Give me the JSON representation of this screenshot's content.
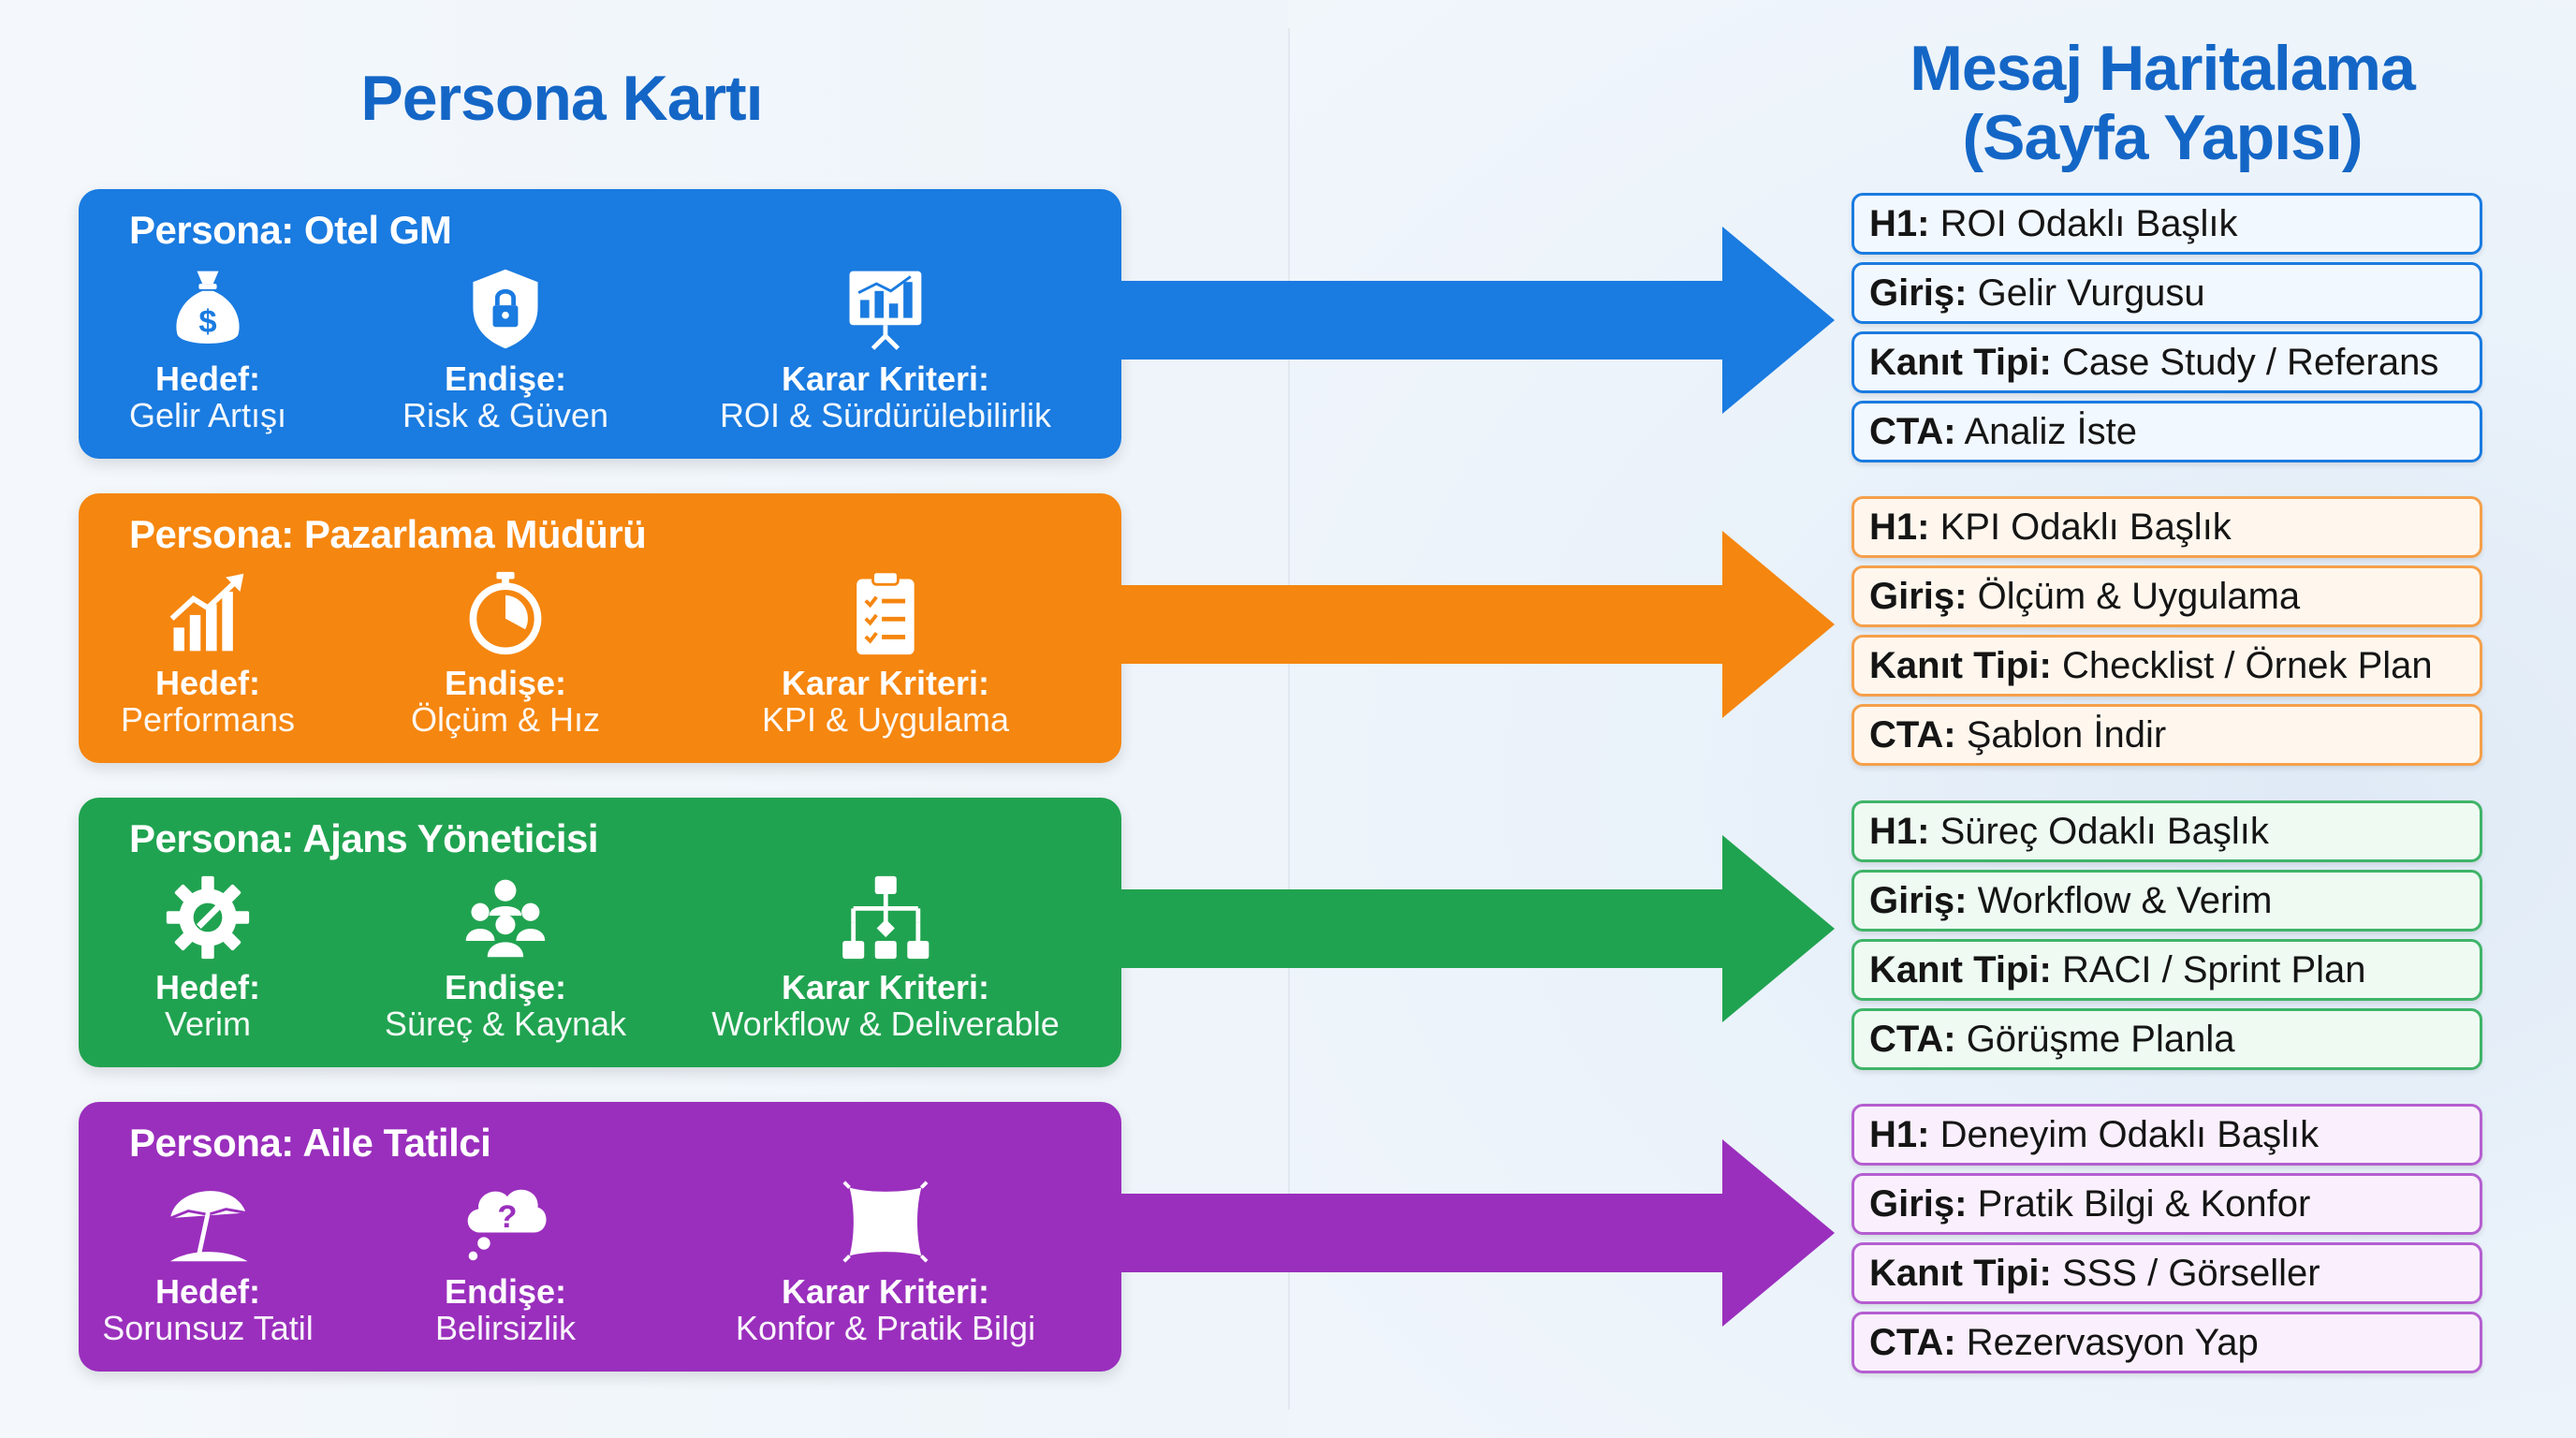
{
  "left_title": "Persona Kartı",
  "right_title_line1": "Mesaj Haritalama",
  "right_title_line2": "(Sayfa Yapısı)",
  "colors": {
    "blue": "#1a7be0",
    "orange": "#f5860f",
    "green": "#20a350",
    "purple": "#9a2fbd"
  },
  "personas": [
    {
      "title": "Persona: Otel GM",
      "items": [
        {
          "icon": "money-bag-icon",
          "label": "Hedef:",
          "value": "Gelir Artışı"
        },
        {
          "icon": "shield-lock-icon",
          "label": "Endişe:",
          "value": "Risk & Güven"
        },
        {
          "icon": "presentation-chart-icon",
          "label": "Karar Kriteri:",
          "value": "ROI & Sürdürülebilirlik"
        }
      ],
      "messages": [
        {
          "key": "H1:",
          "text": "ROI Odaklı Başlık"
        },
        {
          "key": "Giriş:",
          "text": "Gelir Vurgusu"
        },
        {
          "key": "Kanıt Tipi:",
          "text": "Case Study / Referans"
        },
        {
          "key": "CTA:",
          "text": "Analiz İste"
        }
      ]
    },
    {
      "title": "Persona: Pazarlama Müdürü",
      "items": [
        {
          "icon": "growth-chart-icon",
          "label": "Hedef:",
          "value": "Performans"
        },
        {
          "icon": "stopwatch-icon",
          "label": "Endişe:",
          "value": "Ölçüm & Hız"
        },
        {
          "icon": "clipboard-checklist-icon",
          "label": "Karar Kriteri:",
          "value": "KPI & Uygulama"
        }
      ],
      "messages": [
        {
          "key": "H1:",
          "text": "KPI Odaklı Başlık"
        },
        {
          "key": "Giriş:",
          "text": "Ölçüm & Uygulama"
        },
        {
          "key": "Kanıt Tipi:",
          "text": "Checklist / Örnek Plan"
        },
        {
          "key": "CTA:",
          "text": "Şablon İndir"
        }
      ]
    },
    {
      "title": "Persona: Ajans Yöneticisi",
      "items": [
        {
          "icon": "gear-wrench-icon",
          "label": "Hedef:",
          "value": "Verim"
        },
        {
          "icon": "team-icon",
          "label": "Endişe:",
          "value": "Süreç & Kaynak"
        },
        {
          "icon": "hierarchy-icon",
          "label": "Karar Kriteri:",
          "value": "Workflow & Deliverable"
        }
      ],
      "messages": [
        {
          "key": "H1:",
          "text": "Süreç Odaklı Başlık"
        },
        {
          "key": "Giriş:",
          "text": "Workflow & Verim"
        },
        {
          "key": "Kanıt Tipi:",
          "text": "RACI / Sprint Plan"
        },
        {
          "key": "CTA:",
          "text": "Görüşme Planla"
        }
      ]
    },
    {
      "title": "Persona: Aile Tatilci",
      "items": [
        {
          "icon": "beach-umbrella-icon",
          "label": "Hedef:",
          "value": "Sorunsuz Tatil"
        },
        {
          "icon": "thought-question-icon",
          "label": "Endişe:",
          "value": "Belirsizlik"
        },
        {
          "icon": "pillow-icon",
          "label": "Karar Kriteri:",
          "value": "Konfor & Pratik Bilgi"
        }
      ],
      "messages": [
        {
          "key": "H1:",
          "text": "Deneyim Odaklı Başlık"
        },
        {
          "key": "Giriş:",
          "text": "Pratik Bilgi & Konfor"
        },
        {
          "key": "Kanıt Tipi:",
          "text": "SSS / Görseller"
        },
        {
          "key": "CTA:",
          "text": "Rezervasyon Yap"
        }
      ]
    }
  ]
}
